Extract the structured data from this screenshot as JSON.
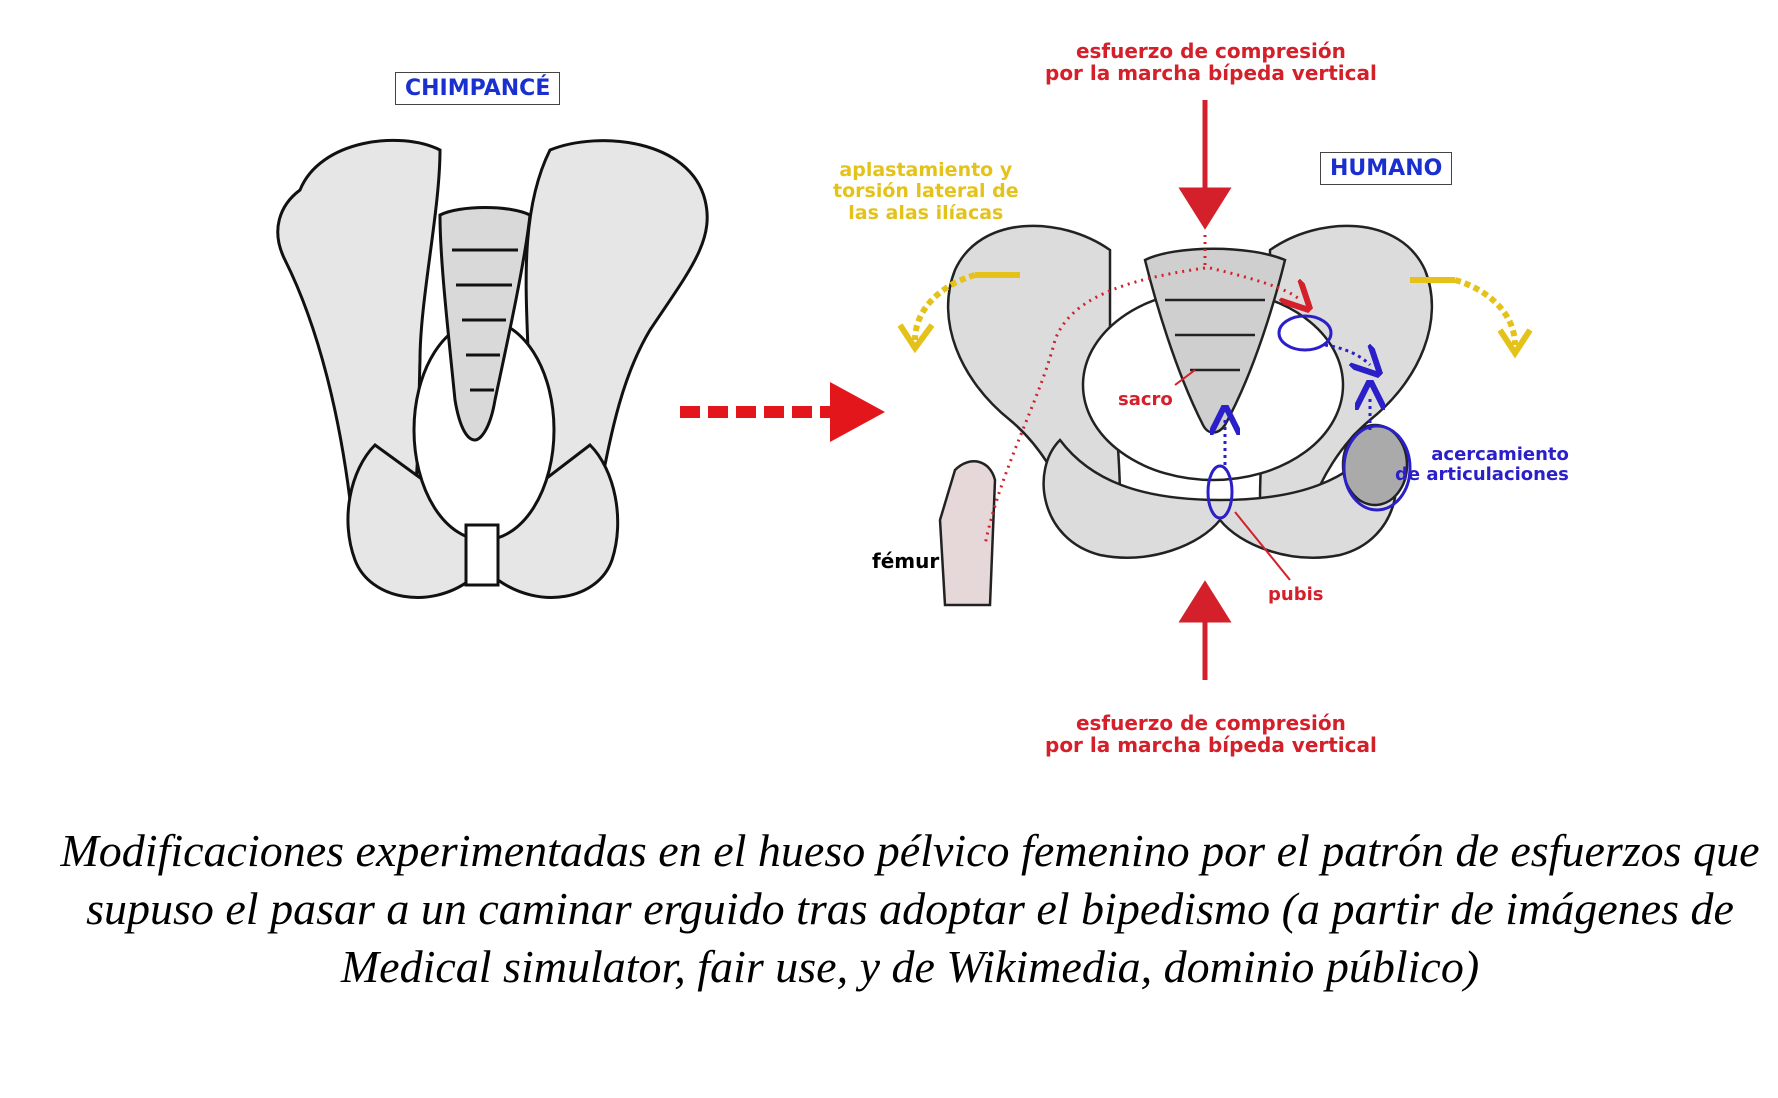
{
  "chimp_label": "CHIMPANCÉ",
  "human_label": "HUMANO",
  "compression_top": [
    "esfuerzo de compresión",
    "por la marcha bípeda vertical"
  ],
  "compression_bottom": [
    "esfuerzo de compresión",
    "por la marcha bípeda vertical"
  ],
  "iliac_note": [
    "aplastamiento y",
    "torsión lateral de",
    "las alas ilíacas"
  ],
  "sacro_label": "sacro",
  "femur_label": "fémur",
  "pubis_label": "pubis",
  "joints_note": [
    "acercamiento",
    "de articulaciones"
  ],
  "caption": "Modificaciones experimentadas en el hueso pélvico femenino por el patrón de esfuerzos que supuso el pasar a un caminar erguido tras adoptar el bipedismo (a partir de imágenes de Medical simulator, fair use, y de Wikimedia, dominio público)",
  "colors": {
    "red": "#d3202a",
    "yellow": "#e5c21a",
    "blue": "#2a1fc9",
    "bone": "#e4e4e4"
  }
}
